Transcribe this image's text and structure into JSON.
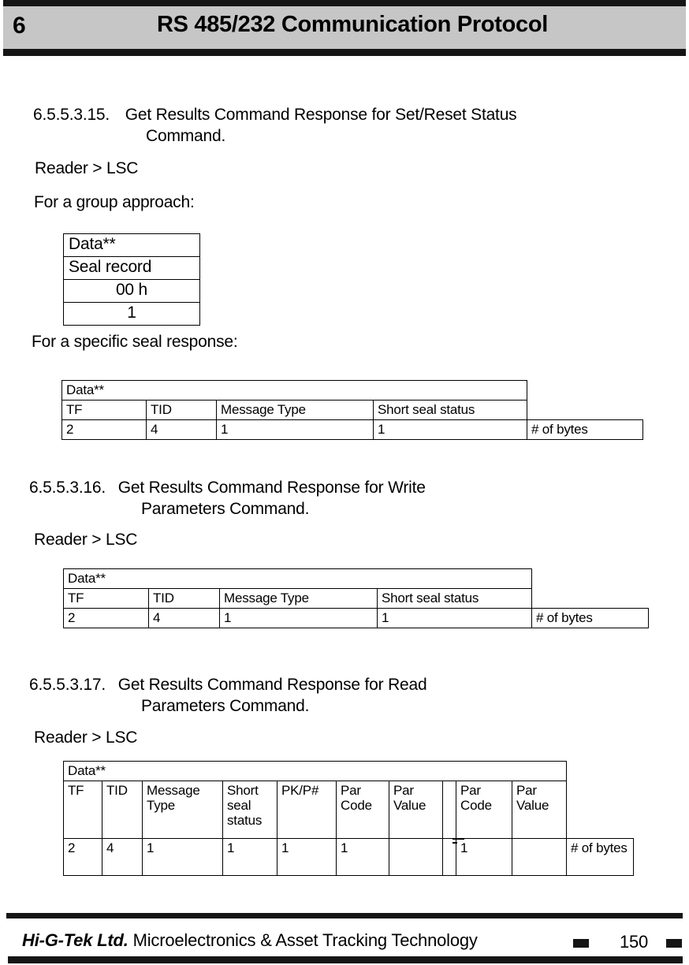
{
  "header": {
    "chapter_number": "6",
    "title": "RS 485/232 Communication Protocol"
  },
  "sections": [
    {
      "number": "6.5.5.3.15.",
      "title_line1": "Get Results Command Response for Set/Reset Status",
      "title_line2": "Command.",
      "direction": "Reader > LSC",
      "note_group": "For a group approach:",
      "note_specific": "For a specific seal response:"
    },
    {
      "number": "6.5.5.3.16.",
      "title_line1": "Get Results Command Response for Write",
      "title_line2": "Parameters Command.",
      "direction": "Reader > LSC"
    },
    {
      "number": "6.5.5.3.17.",
      "title_line1": "Get Results Command Response for Read",
      "title_line2": "Parameters Command.",
      "direction": "Reader > LSC"
    }
  ],
  "table_group": {
    "rows": [
      "Data**",
      "Seal record",
      "00 h",
      "1"
    ]
  },
  "table_specific": {
    "caption": "Data**",
    "headers": [
      "TF",
      "TID",
      "Message Type",
      "Short seal status"
    ],
    "values": [
      "2",
      "4",
      "1",
      "1"
    ],
    "trailing_cell": "# of bytes"
  },
  "table_write": {
    "caption": "Data**",
    "headers": [
      "TF",
      "TID",
      "Message Type",
      "Short seal status"
    ],
    "values": [
      "2",
      "4",
      "1",
      "1"
    ],
    "trailing_cell": "# of bytes"
  },
  "table_read": {
    "caption": "Data**",
    "headers": [
      "TF",
      "TID",
      "Message Type",
      "Short seal status",
      "PK/P#",
      "Par Code",
      "Par Value",
      "",
      "Par Code",
      "Par Value"
    ],
    "values": [
      "2",
      "4",
      "1",
      "1",
      "1",
      "1",
      "",
      "",
      "1",
      ""
    ],
    "trailing_cell": "# of bytes"
  },
  "footer": {
    "company": "Hi-G-Tek Ltd.",
    "tagline": "Microelectronics & Asset Tracking Technology",
    "page_number": "150"
  }
}
